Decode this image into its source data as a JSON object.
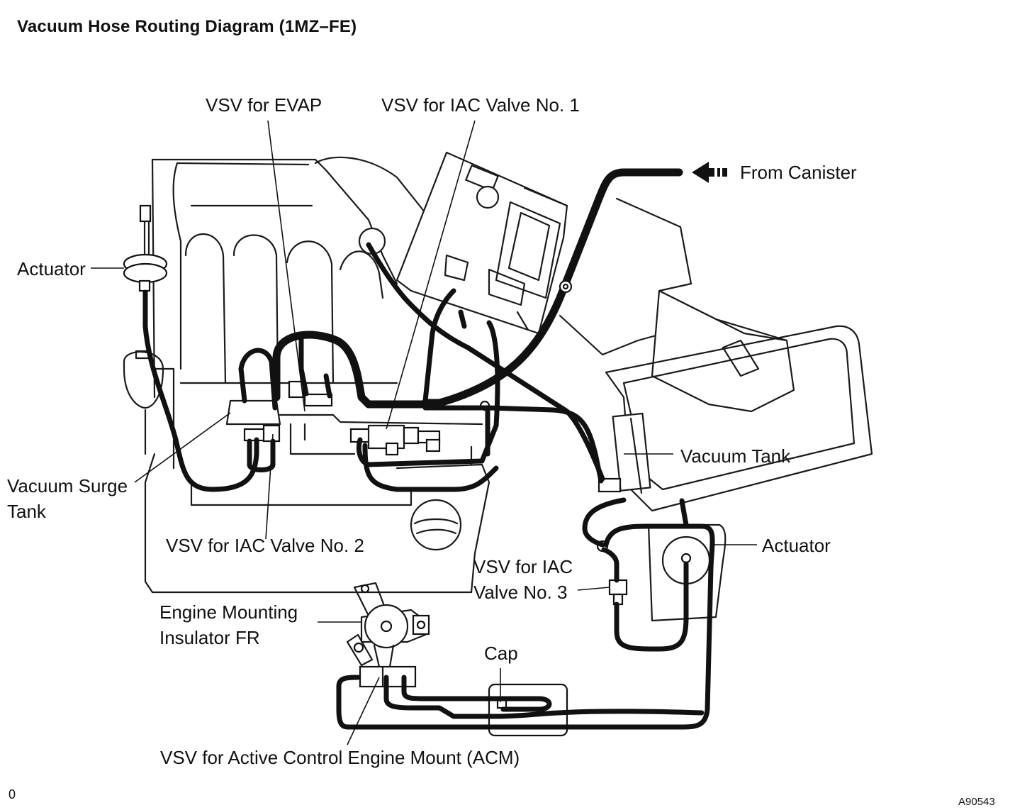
{
  "title": "Vacuum Hose Routing Diagram (1MZ–FE)",
  "labels": {
    "vsv_evap": "VSV for EVAP",
    "vsv_iac1": "VSV for IAC Valve No. 1",
    "from_canister": "From Canister",
    "actuator_left": "Actuator",
    "vacuum_surge_line1": "Vacuum  Surge",
    "vacuum_surge_line2": "Tank",
    "vacuum_tank": "Vacuum Tank",
    "vsv_iac2": "VSV for IAC Valve No. 2",
    "actuator_right": "Actuator",
    "vsv_iac3_line1": "VSV  for  IAC",
    "vsv_iac3_line2": "Valve No. 3",
    "engine_mount_line1": "Engine Mounting",
    "engine_mount_line2": "Insulator FR",
    "cap": "Cap",
    "vsv_acm": "VSV for Active Control Engine Mount (ACM)"
  },
  "corner_left": "0",
  "corner_right": "A90543"
}
